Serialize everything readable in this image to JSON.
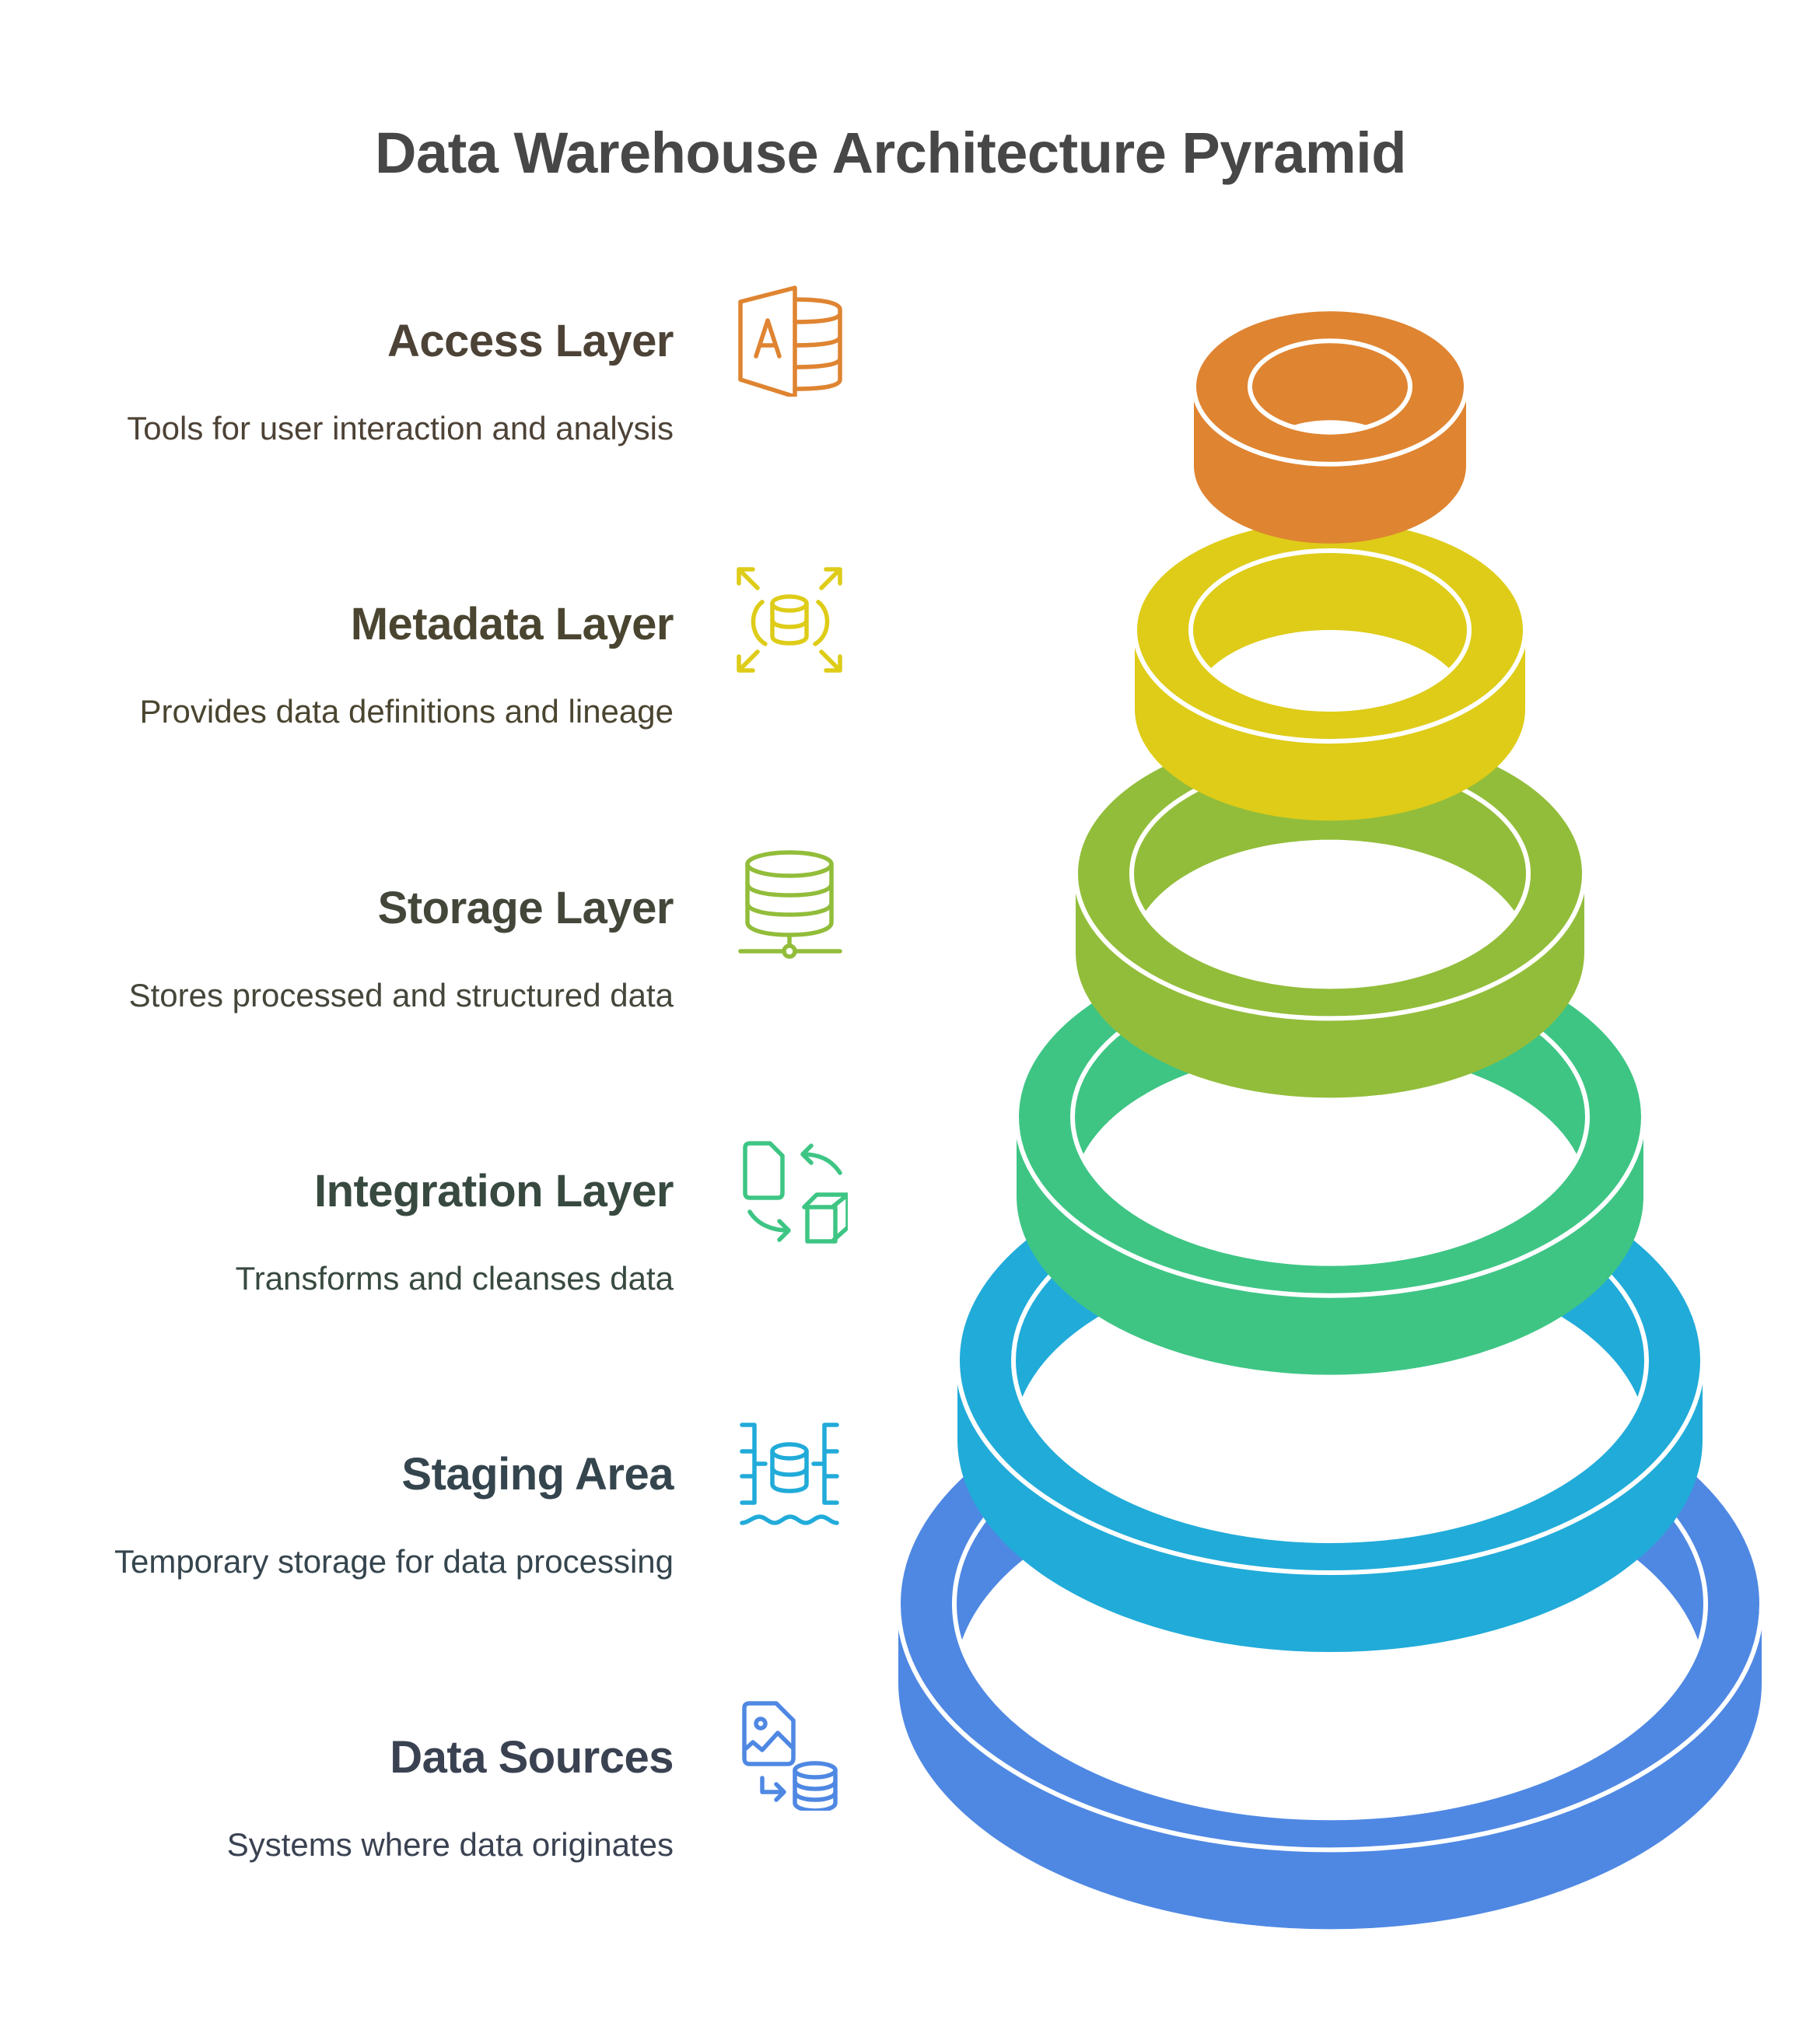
{
  "title": "Data Warehouse Architecture Pyramid",
  "layers": [
    {
      "name": "Access Layer",
      "description": "Tools for user interaction and analysis",
      "icon": "access-database-icon",
      "color": "#DF8431",
      "text_color": "#4D4236"
    },
    {
      "name": "Metadata Layer",
      "description": "Provides data definitions and lineage",
      "icon": "metadata-expand-icon",
      "color": "#DECC18",
      "text_color": "#4A4530"
    },
    {
      "name": "Storage Layer",
      "description": "Stores processed and structured data",
      "icon": "database-server-icon",
      "color": "#92BD3A",
      "text_color": "#43473A"
    },
    {
      "name": "Integration Layer",
      "description": "Transforms and cleanses data",
      "icon": "transform-file-cube-icon",
      "color": "#3EC584",
      "text_color": "#384A40"
    },
    {
      "name": "Staging Area",
      "description": "Temporary storage for data processing",
      "icon": "staging-database-water-icon",
      "color": "#21ABD9",
      "text_color": "#35454E"
    },
    {
      "name": "Data Sources",
      "description": "Systems where data originates",
      "icon": "image-file-to-database-icon",
      "color": "#4F88E3",
      "text_color": "#3A4252"
    }
  ]
}
